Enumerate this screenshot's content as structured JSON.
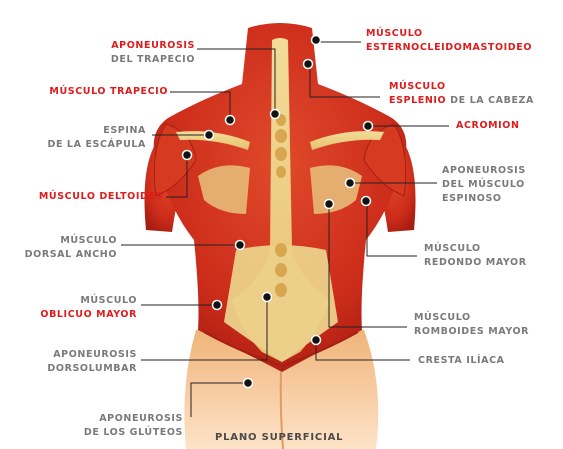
{
  "colors": {
    "highlight": "#e01b1b",
    "label": "#7a7a7a",
    "muscle": "#d2311d",
    "tendon": "#edcf85",
    "skin": "#f1bc86"
  },
  "title": "PLANO SUPERFICIAL",
  "labels": {
    "aponeurosis_trapecio": {
      "line1": "APONEUROSIS",
      "line2": "DEL TRAPECIO"
    },
    "musculo_trapecio": {
      "line1": "MÚSCULO TRAPECIO"
    },
    "espina_escapula": {
      "line1": "ESPINA",
      "line2": "DE LA ESCÁPULA"
    },
    "musculo_deltoides": {
      "line1": "MÚSCULO DELTOIDES"
    },
    "dorsal_ancho": {
      "line1": "MÚSCULO",
      "line2": "DORSAL ANCHO"
    },
    "oblicuo_mayor": {
      "line1": "MÚSCULO",
      "line2": "OBLICUO MAYOR"
    },
    "aponeurosis_dorsolumbar": {
      "line1": "APONEUROSIS",
      "line2": "DORSOLUMBAR"
    },
    "aponeurosis_gluteos": {
      "line1": "APONEUROSIS",
      "line2": "DE LOS GLÚTEOS"
    },
    "esternocleidomastoideo": {
      "line1": "MÚSCULO",
      "line2": "ESTERNOCLEIDOMASTOIDEO"
    },
    "esplenio": {
      "line1": "MÚSCULO",
      "line2a": "ESPLENIO",
      "line2b": " DE LA CABEZA"
    },
    "acromion": {
      "line1": "ACROMION"
    },
    "aponeurosis_espinoso": {
      "line1": "APONEUROSIS",
      "line2": "DEL MÚSCULO",
      "line3": "ESPINOSO"
    },
    "redondo_mayor": {
      "line1": "MÚSCULO",
      "line2": "REDONDO MAYOR"
    },
    "romboides_mayor": {
      "line1": "MÚSCULO",
      "line2": "ROMBOIDES MAYOR"
    },
    "cresta_iliaca": {
      "line1": "CRESTA ILÍACA"
    }
  }
}
